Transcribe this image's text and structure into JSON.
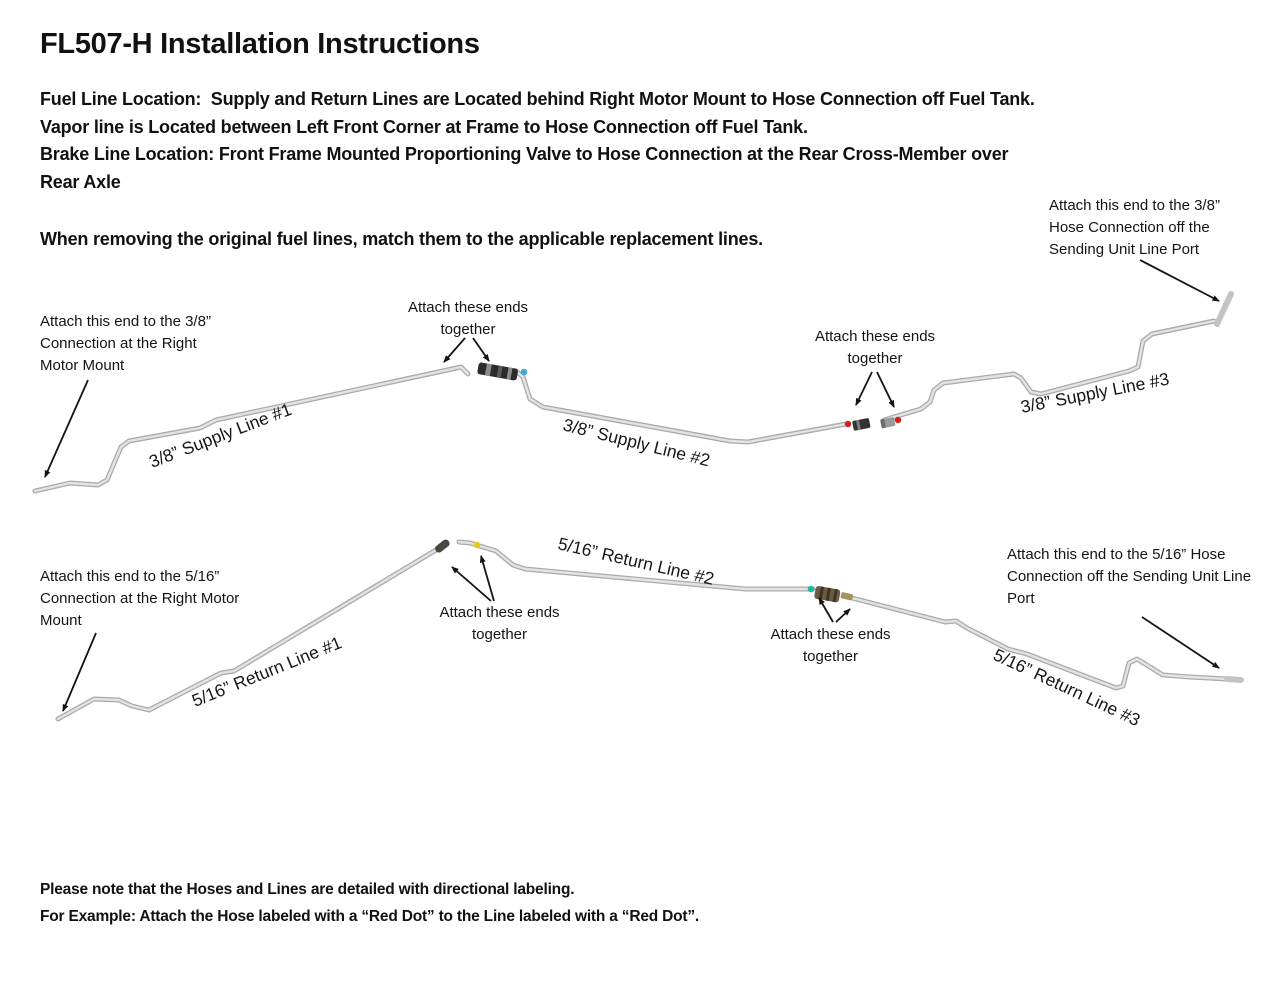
{
  "page": {
    "title": "FL507-H Installation Instructions",
    "intro_lines": [
      "Fuel Line Location:  Supply and Return Lines are Located behind Right Motor Mount to Hose Connection off Fuel Tank.",
      "Vapor line is Located between Left Front Corner at Frame to Hose Connection off Fuel Tank.",
      "Brake Line Location: Front Frame Mounted Proportioning Valve to Hose Connection at the Rear Cross-Member over",
      "Rear Axle"
    ],
    "instruction": "When removing the original fuel lines, match them to the applicable replacement lines.",
    "footer_lines": [
      "Please note that the Hoses and Lines are detailed with directional labeling.",
      "For Example: Attach the Hose labeled with a “Red Dot” to the Line labeled with a “Red Dot”."
    ]
  },
  "supply_lines": {
    "label_line1": "3/8” Supply Line #1",
    "label_line2": "3/8” Supply Line #2",
    "label_line3": "3/8” Supply Line #3",
    "ann_left": "Attach this end to the 3/8” Connection at the Right Motor Mount",
    "ann_join1": "Attach these ends together",
    "ann_join2": "Attach these ends together",
    "ann_right": "Attach this end to the 3/8” Hose Connection off the Sending Unit Line Port"
  },
  "return_lines": {
    "label_line1": "5/16” Return Line #1",
    "label_line2": "5/16” Return Line #2",
    "label_line3": "5/16” Return Line #3",
    "ann_left": "Attach this end to the 5/16” Connection at the Right Motor Mount",
    "ann_join1": "Attach these ends together",
    "ann_join2": "Attach these ends together",
    "ann_right": "Attach this end to the 5/16” Hose Connection off the Sending Unit Line Port"
  },
  "colors": {
    "dot_blue": "#3fa9dc",
    "dot_red": "#cf2020",
    "dot_yellow": "#e8c81e",
    "dot_teal": "#1db9a2",
    "tube_edge": "#ababab",
    "tube_fill": "#e3e3e3",
    "arrow": "#141414"
  }
}
